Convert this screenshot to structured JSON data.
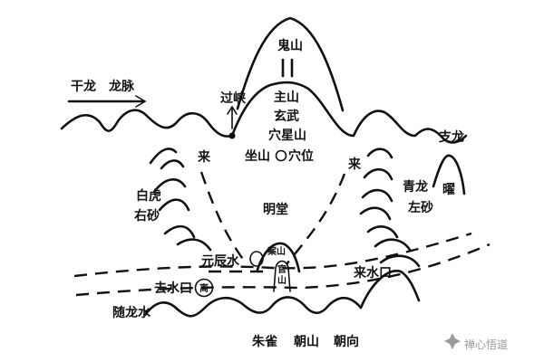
{
  "labels": {
    "ganlong": "干龙",
    "longmai": "龙脉",
    "guixia": "过峡",
    "guishan": "鬼山",
    "zhushan": "主山",
    "xuanwu": "玄武",
    "xuexingshan": "穴星山",
    "zuoshan": "坐山",
    "xuewei": "穴位",
    "zhilong": "支龙",
    "lai_left": "来",
    "lai_right": "来",
    "baihu": "白虎",
    "yousha": "右砂",
    "qinglong": "青龙",
    "zuosha": "左砂",
    "yao": "曜",
    "mingtang": "明堂",
    "anshan": "案山",
    "guanshan_1": "官",
    "guanshan_2": "山",
    "yuanchenshui": "元辰水",
    "qushuikou": "去水口",
    "li": "离",
    "laishuikou": "来水口",
    "suilongshui": "随龙水",
    "zhuque": "朱雀",
    "chaoshan": "朝山",
    "chaoxiang": "朝向"
  },
  "watermark": "禅心悟道",
  "colors": {
    "ink": "#111111",
    "watermark": "#9a9a9a",
    "background": "#ffffff"
  },
  "icons": {
    "arrow": "arrow-icon",
    "watermark_icon": "sparkle-icon"
  }
}
